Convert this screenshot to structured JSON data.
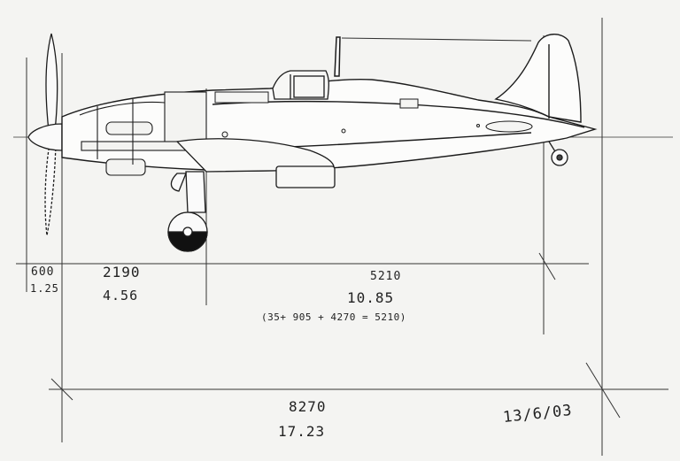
{
  "dimensions": {
    "propeller_mm": "600",
    "propeller_scaled": "1.25",
    "nose_mm": "2190",
    "nose_scaled": "4.56",
    "fuselage_mm": "5210",
    "fuselage_scaled": "10.85",
    "fuselage_formula": "(35+ 905 + 4270 = 5210)",
    "overall_mm": "8270",
    "overall_scaled": "17.23"
  },
  "date": "13/6/03",
  "colors": {
    "paper": "#f4f4f2",
    "ink": "#1c1c1c",
    "dashed_line": "#555555"
  }
}
